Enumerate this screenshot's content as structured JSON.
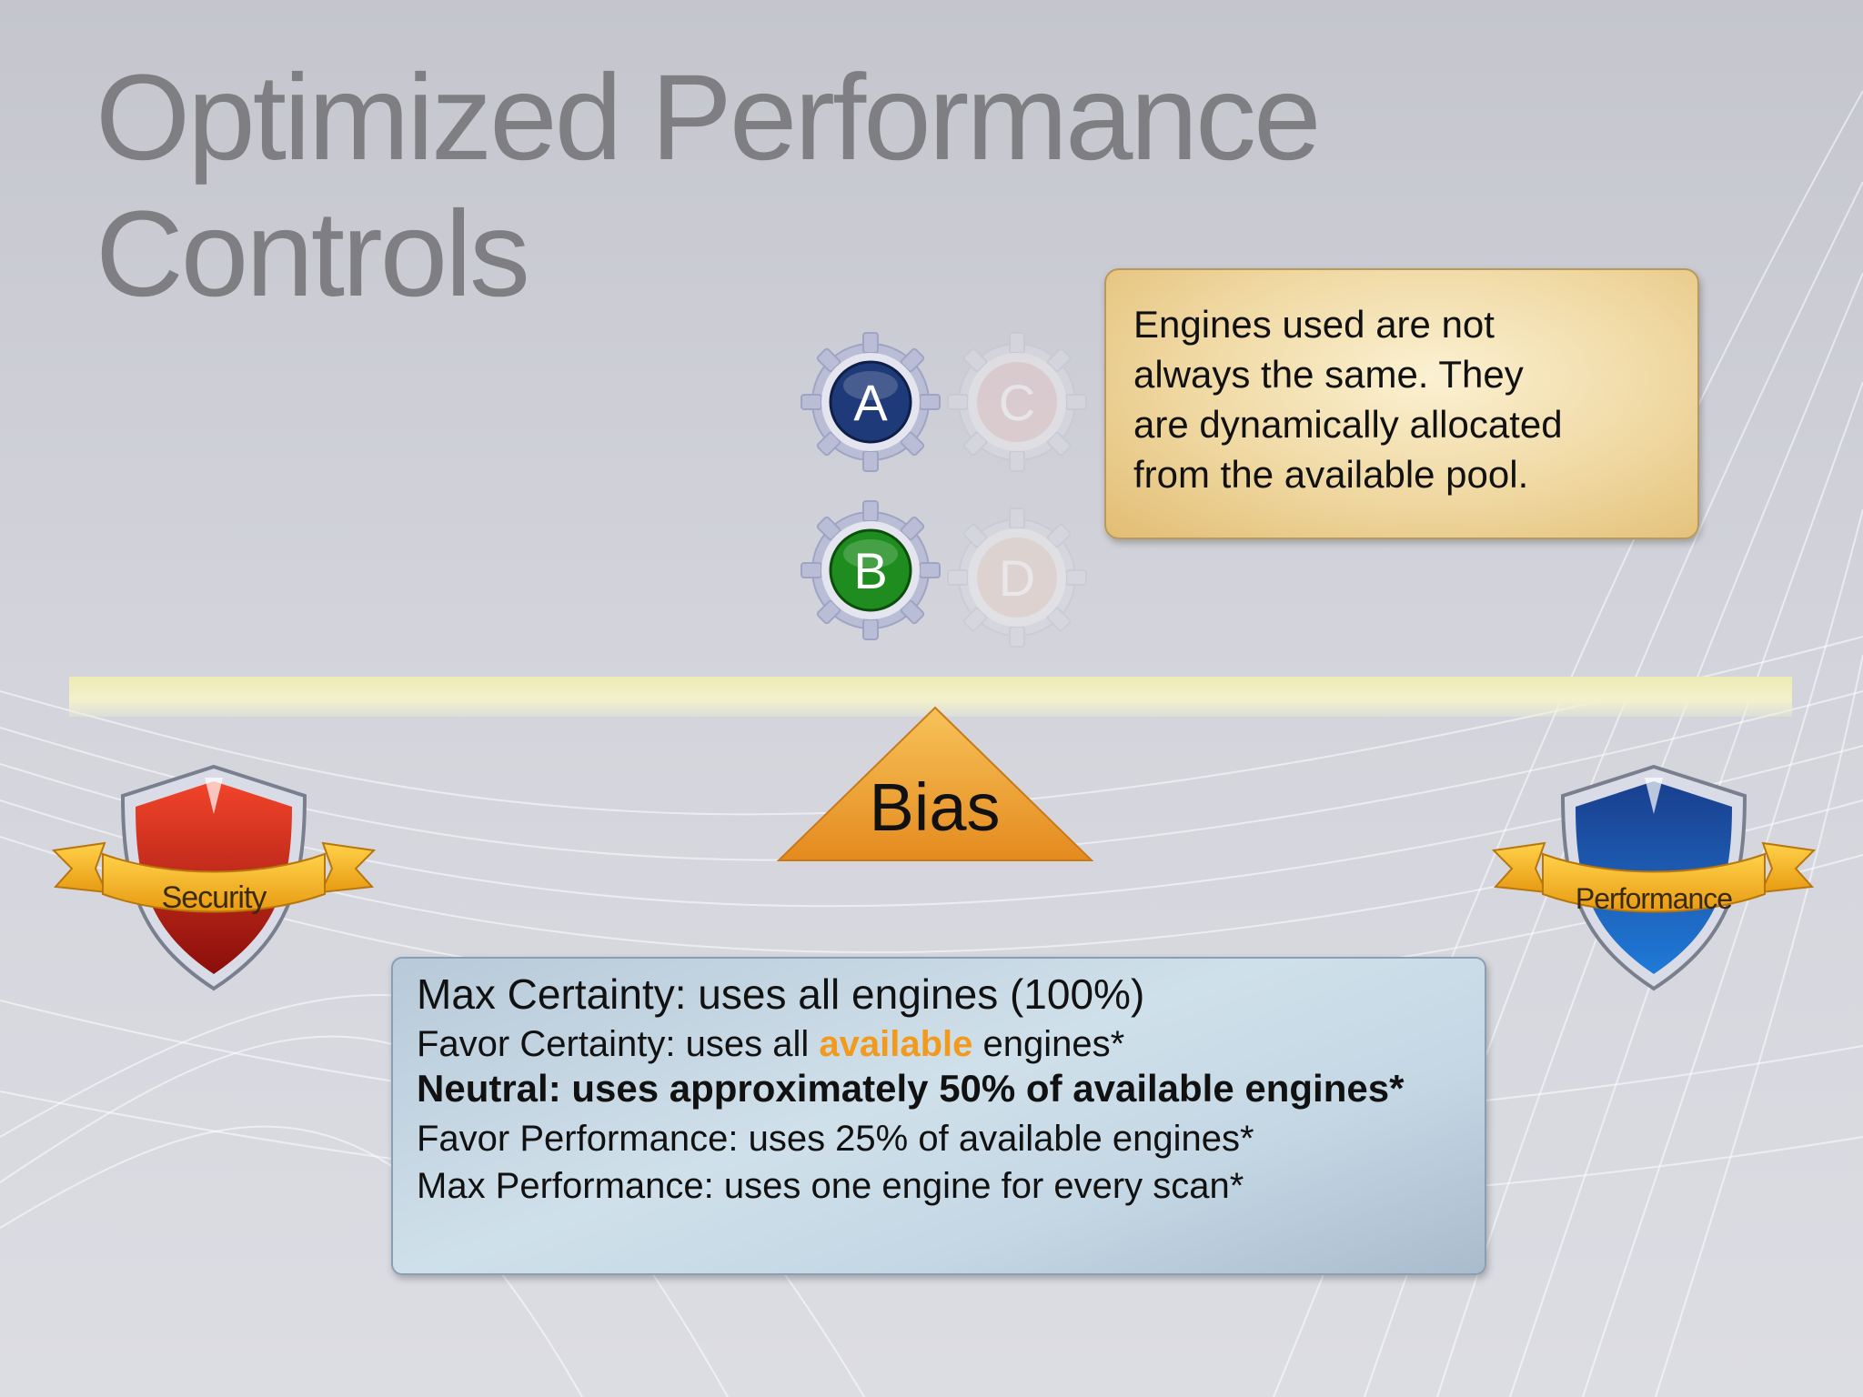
{
  "slide": {
    "title": "Optimized Performance Controls"
  },
  "engines": [
    {
      "letter": "A",
      "color": "#1f3a78",
      "active": true
    },
    {
      "letter": "C",
      "color": "#e2c8c8",
      "active": false
    },
    {
      "letter": "B",
      "color": "#1e8c1e",
      "active": true
    },
    {
      "letter": "D",
      "color": "#e6d2c8",
      "active": false
    }
  ],
  "callout": {
    "text": "Engines used are not\nalways the same.  They\nare dynamically allocated\nfrom  the available pool."
  },
  "bias": {
    "label": "Bias"
  },
  "shields": {
    "left_label": "Security",
    "right_label": "Performance"
  },
  "modes": {
    "max_certainty": "Max Certainty: uses all engines (100%)",
    "favor_certainty_prefix": "Favor Certainty: uses all ",
    "favor_certainty_highlight": "available",
    "favor_certainty_suffix": " engines*",
    "neutral": "Neutral: uses approximately 50% of available engines*",
    "favor_performance": "Favor Performance: uses 25% of available engines*",
    "max_performance": "Max Performance: uses one engine for every scan*"
  }
}
